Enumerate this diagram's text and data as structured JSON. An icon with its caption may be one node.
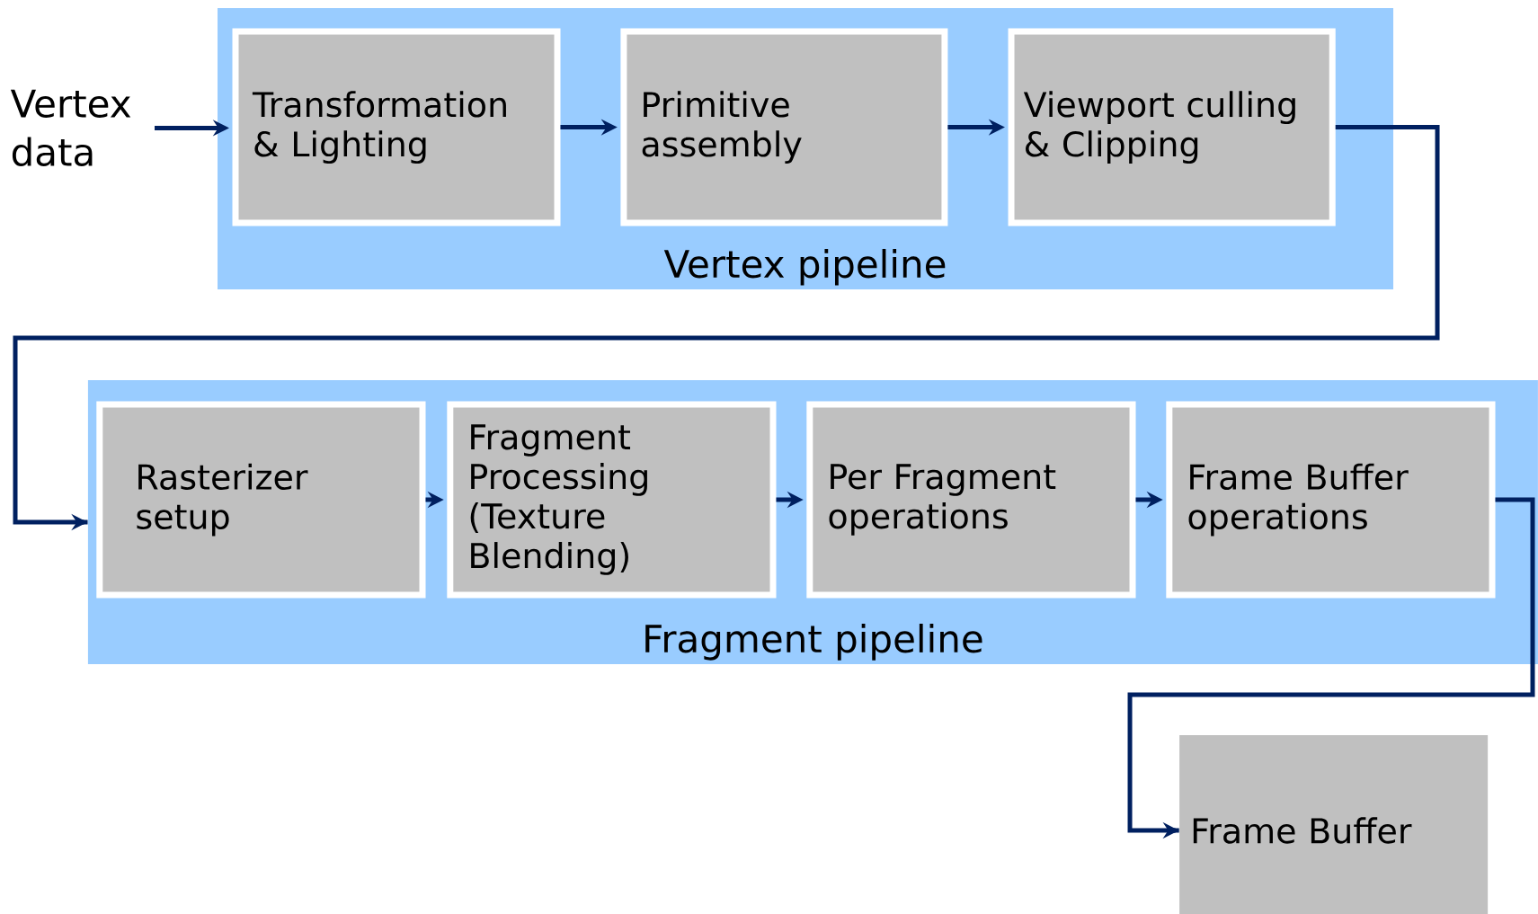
{
  "diagram": {
    "nodes": [
      {
        "text": [
          "Vertex data"
        ]
      },
      {
        "text": [
          "Vertex pipeline"
        ]
      },
      {
        "text": [
          "Transformation & Lighting"
        ],
        "in": 1
      },
      {
        "text": [
          "Primitive assembly"
        ],
        "in": 1
      },
      {
        "text": [
          "Viewport culling & Clipping"
        ],
        "in": 1
      },
      {
        "text": [
          "Fragment pipeline"
        ]
      },
      {
        "text": [
          "Rasterizer setup"
        ],
        "in": 5
      },
      {
        "text": [
          "Fragment Processing (Texture Blending)"
        ],
        "in": 5
      },
      {
        "text": [
          "Per Fragment operations"
        ],
        "in": 5
      },
      {
        "text": [
          "Frame Buffer operations"
        ],
        "in": 5
      },
      {
        "text": [
          "Frame Buffer"
        ]
      }
    ],
    "edges": [
      {
        "from": 0,
        "to": 2,
        "arrow": "to"
      },
      {
        "from": 2,
        "to": 3,
        "arrow": "to"
      },
      {
        "from": 3,
        "to": 4,
        "arrow": "to"
      },
      {
        "from": 4,
        "to": 5,
        "arrow": "to"
      },
      {
        "from": 6,
        "to": 7,
        "arrow": "to"
      },
      {
        "from": 7,
        "to": 8,
        "arrow": "to"
      },
      {
        "from": 8,
        "to": 9,
        "arrow": "to"
      },
      {
        "from": 9,
        "to": 10,
        "arrow": "to"
      }
    ]
  }
}
